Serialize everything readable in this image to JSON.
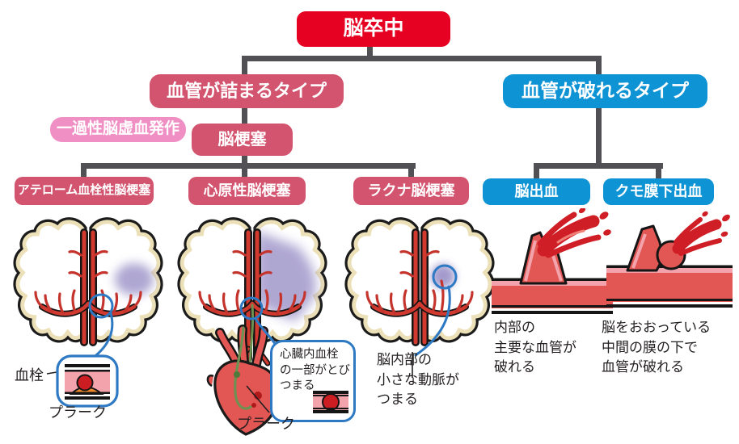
{
  "colors": {
    "red": "#e60021",
    "rose": "#d2546f",
    "light_pink": "#f08fc4",
    "blue": "#0e93d4",
    "connector_gray": "#515155",
    "callout_blue": "#2d79c4",
    "infarct_purple": "#8d82c0",
    "artery_red": "#d23a30",
    "blood_red": "#cf1e25",
    "plaque_orange": "#ef8a2c"
  },
  "tree": {
    "root": {
      "label": "脳卒中"
    },
    "level2": [
      {
        "id": "clog",
        "label": "血管が詰まるタイプ"
      },
      {
        "id": "burst",
        "label": "血管が破れるタイプ"
      }
    ],
    "tia": {
      "label": "一過性脳虚血発作"
    },
    "infarction": {
      "label": "脳梗塞"
    },
    "leaves": [
      {
        "id": "atherothrombotic",
        "label": "アテローム血栓性脳梗塞"
      },
      {
        "id": "cardiogenic",
        "label": "心原性脳梗塞"
      },
      {
        "id": "lacunar",
        "label": "ラクナ脳梗塞"
      },
      {
        "id": "hemorrhage",
        "label": "脳出血"
      },
      {
        "id": "subarachnoid",
        "label": "クモ膜下出血"
      }
    ]
  },
  "annotations": {
    "thrombus_label": "血栓",
    "plaque_label_1": "プラーク",
    "cardiac_callout": "心臓内血栓\nの一部がとび\nつまる",
    "plaque_label_2": "プラーク",
    "lacunar_note": "脳内部の\n小さな動脈が\nつまる",
    "hemorrhage_note": "内部の\n主要な血管が\n破れる",
    "subarachnoid_note": "脳をおおっている\n中間の膜の下で\n血管が破れる"
  }
}
